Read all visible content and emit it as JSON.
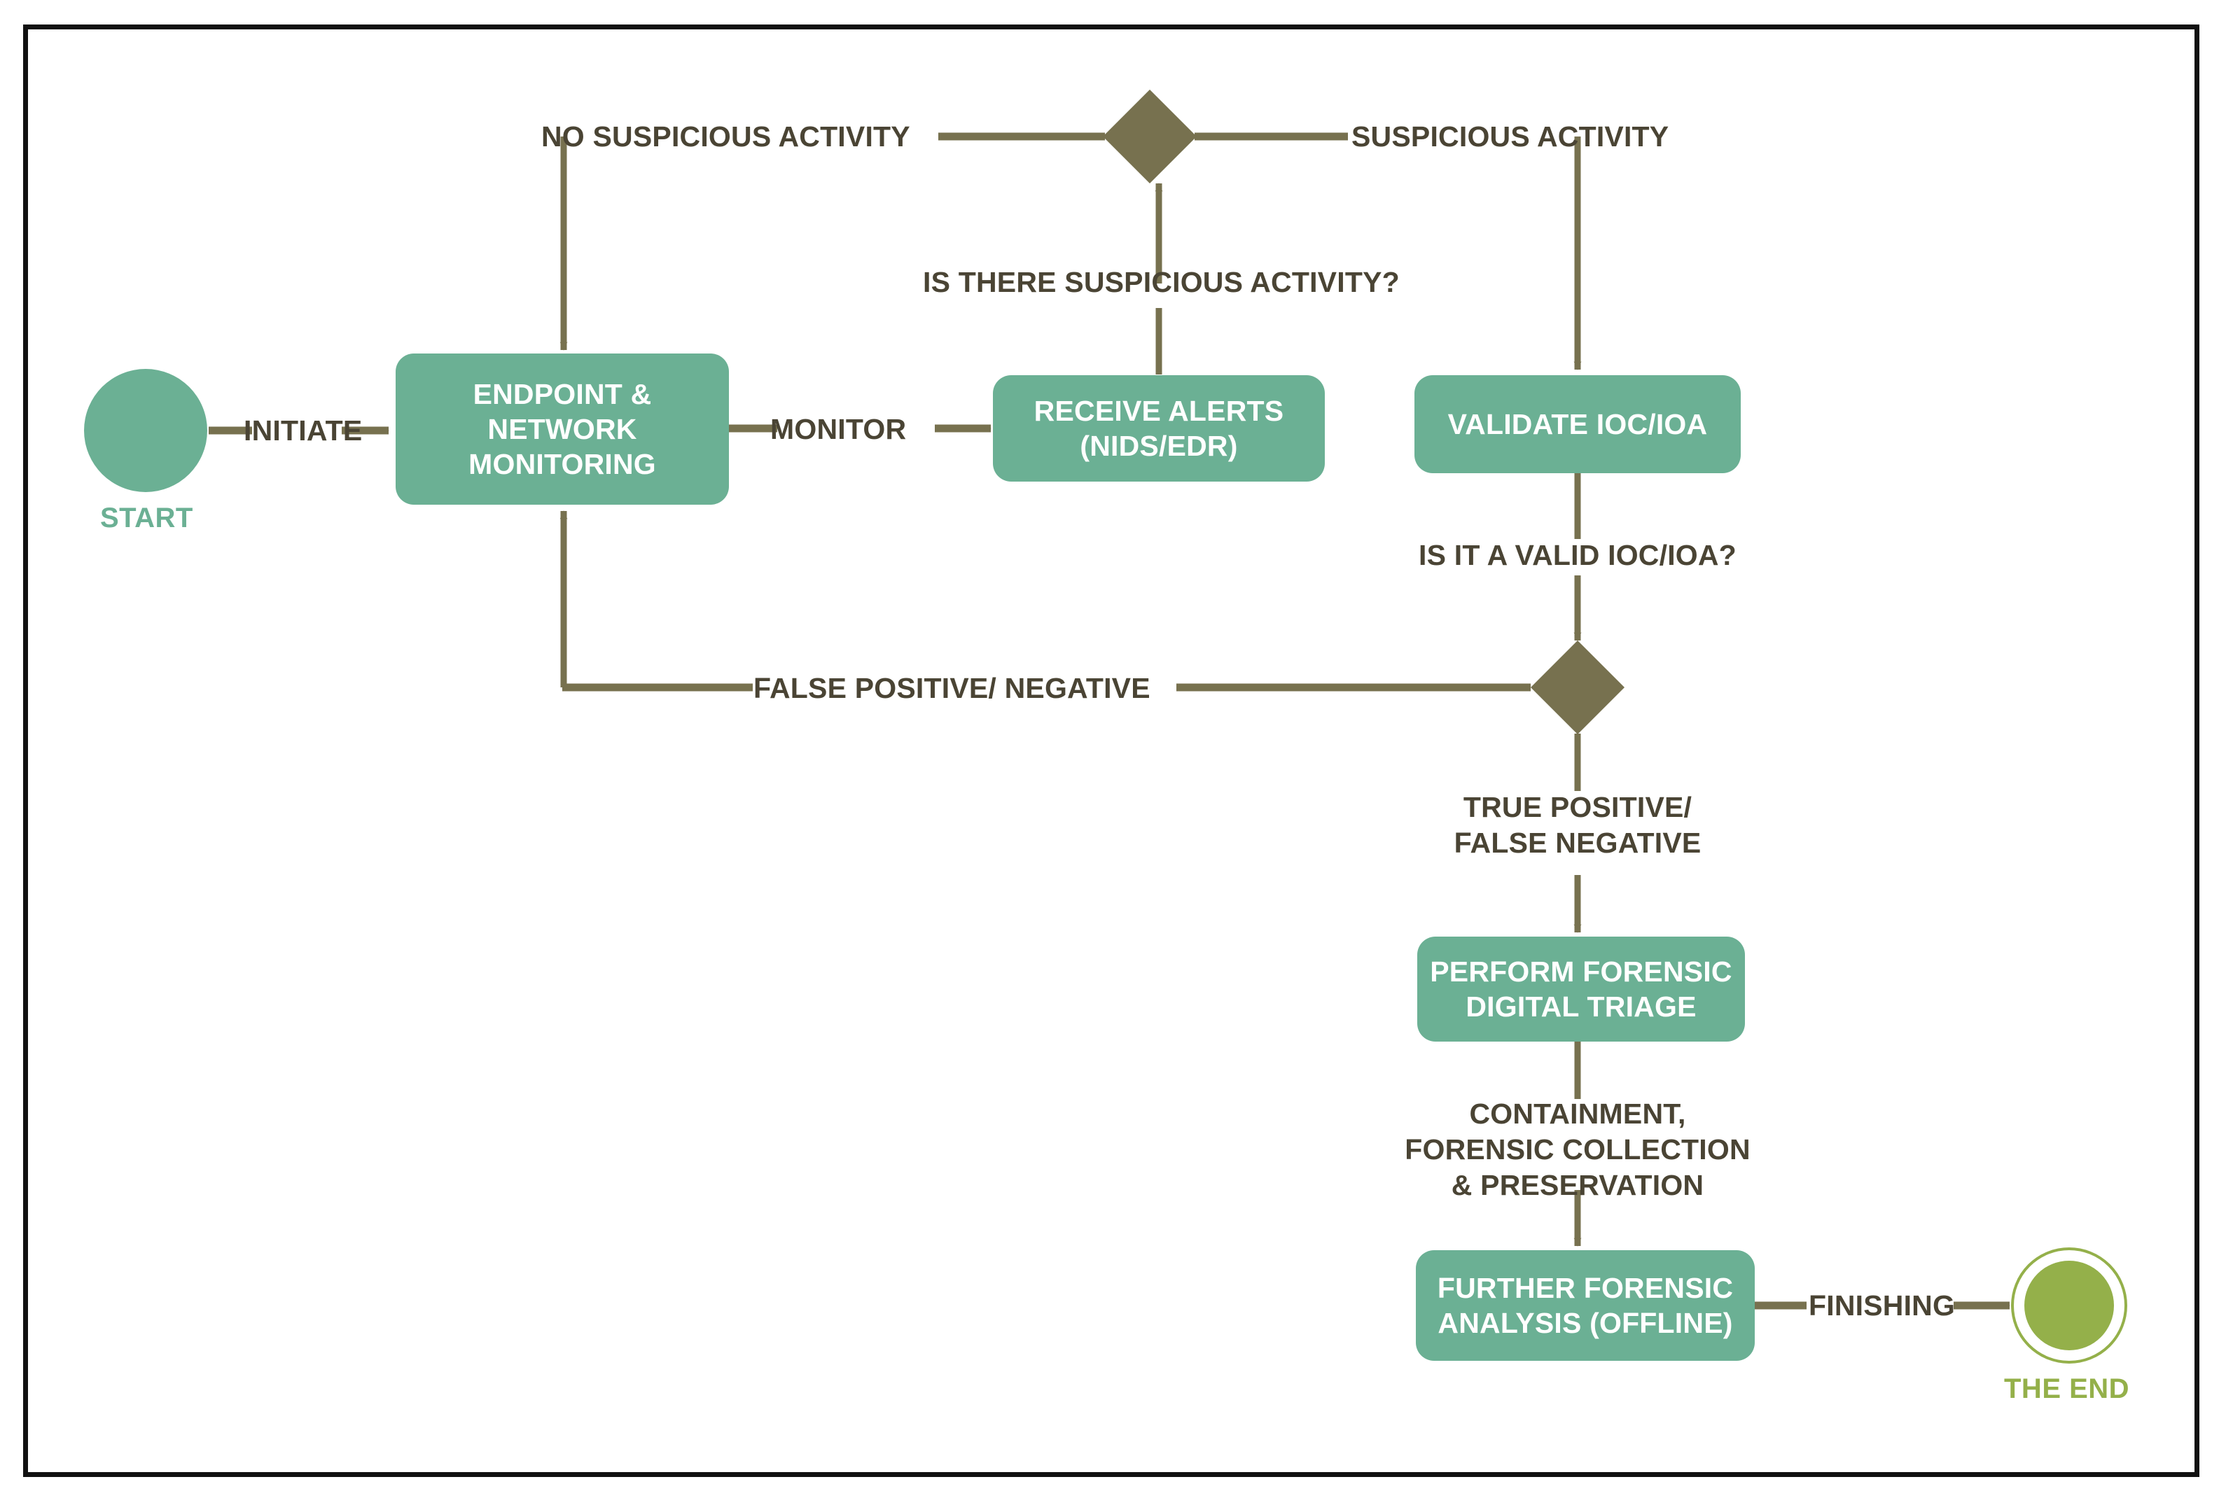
{
  "diagram": {
    "title": "Endpoint & Network Monitoring Incident Response Flowchart",
    "colors": {
      "process_fill": "#6bb094",
      "process_text": "#ffffff",
      "decision_fill": "#77714f",
      "edge_stroke": "#77714f",
      "edge_label_text": "#4a4434",
      "start_accent": "#6bb094",
      "end_accent": "#94b04a",
      "frame_border": "#111111",
      "background": "#ffffff"
    },
    "terminals": {
      "start": {
        "label": "START",
        "shape": "circle"
      },
      "end": {
        "label": "THE END",
        "shape": "double-circle"
      }
    },
    "nodes": [
      {
        "id": "endpoint_monitoring",
        "type": "process",
        "label": "ENDPOINT &\nNETWORK\nMONITORING"
      },
      {
        "id": "receive_alerts",
        "type": "process",
        "label": "RECEIVE ALERTS\n(NIDS/EDR)"
      },
      {
        "id": "validate_ioc",
        "type": "process",
        "label": "VALIDATE IOC/IOA"
      },
      {
        "id": "forensic_triage",
        "type": "process",
        "label": "PERFORM FORENSIC\nDIGITAL TRIAGE"
      },
      {
        "id": "further_analysis",
        "type": "process",
        "label": "FURTHER FORENSIC\nANALYSIS (OFFLINE)"
      },
      {
        "id": "decision_suspicious",
        "type": "decision",
        "label": ""
      },
      {
        "id": "decision_valid_ioc",
        "type": "decision",
        "label": ""
      }
    ],
    "edges": [
      {
        "id": "initiate",
        "from": "start",
        "to": "endpoint_monitoring",
        "label": "INITIATE"
      },
      {
        "id": "monitor",
        "from": "endpoint_monitoring",
        "to": "receive_alerts",
        "label": "MONITOR"
      },
      {
        "id": "is_suspicious",
        "from": "receive_alerts",
        "to": "decision_suspicious",
        "label": "IS THERE SUSPICIOUS ACTIVITY?"
      },
      {
        "id": "no_suspicious",
        "from": "decision_suspicious",
        "to": "endpoint_monitoring",
        "label": "NO SUSPICIOUS ACTIVITY"
      },
      {
        "id": "suspicious",
        "from": "decision_suspicious",
        "to": "validate_ioc",
        "label": "SUSPICIOUS ACTIVITY"
      },
      {
        "id": "is_valid_ioc",
        "from": "validate_ioc",
        "to": "decision_valid_ioc",
        "label": "IS IT A VALID IOC/IOA?"
      },
      {
        "id": "false_positive",
        "from": "decision_valid_ioc",
        "to": "endpoint_monitoring",
        "label": "FALSE POSITIVE/ NEGATIVE"
      },
      {
        "id": "true_positive",
        "from": "decision_valid_ioc",
        "to": "forensic_triage",
        "label": "TRUE POSITIVE/\nFALSE NEGATIVE"
      },
      {
        "id": "containment",
        "from": "forensic_triage",
        "to": "further_analysis",
        "label": "CONTAINMENT,\nFORENSIC COLLECTION\n& PRESERVATION"
      },
      {
        "id": "finishing",
        "from": "further_analysis",
        "to": "end",
        "label": "FINISHING"
      }
    ]
  }
}
